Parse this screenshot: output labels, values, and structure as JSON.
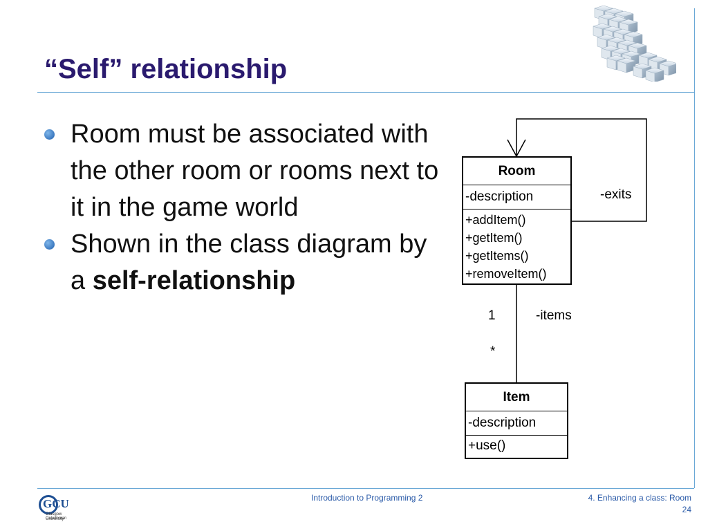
{
  "slide": {
    "title": "“Self” relationship",
    "bullets": [
      {
        "text": "Room must be associated with the other room or rooms next to it in the game world"
      },
      {
        "text": "Shown in the class diagram by a ",
        "bold": "self-relationship"
      }
    ]
  },
  "diagram": {
    "room": {
      "name": "Room",
      "attribute": "-description",
      "operations": [
        "+addItem()",
        "+getItem()",
        "+getItems()",
        "+removeItem()"
      ]
    },
    "item": {
      "name": "Item",
      "attribute": "-description",
      "operations": [
        "+use()"
      ]
    },
    "self_association_label": "-exits",
    "association": {
      "label": "-items",
      "room_end_multiplicity": "1",
      "item_end_multiplicity": "*"
    }
  },
  "footer": {
    "course": "Introduction to Programming 2",
    "section": "4. Enhancing a class: Room",
    "page_number": "24",
    "logo_mark": "GCU",
    "logo_line1": "Glasgow Caledonian",
    "logo_line2": "University"
  },
  "colors": {
    "title": "#2a1a6e",
    "rule": "#6aa8d6",
    "bullet": "#1f5fae",
    "footer_text": "#2a5aa8"
  }
}
